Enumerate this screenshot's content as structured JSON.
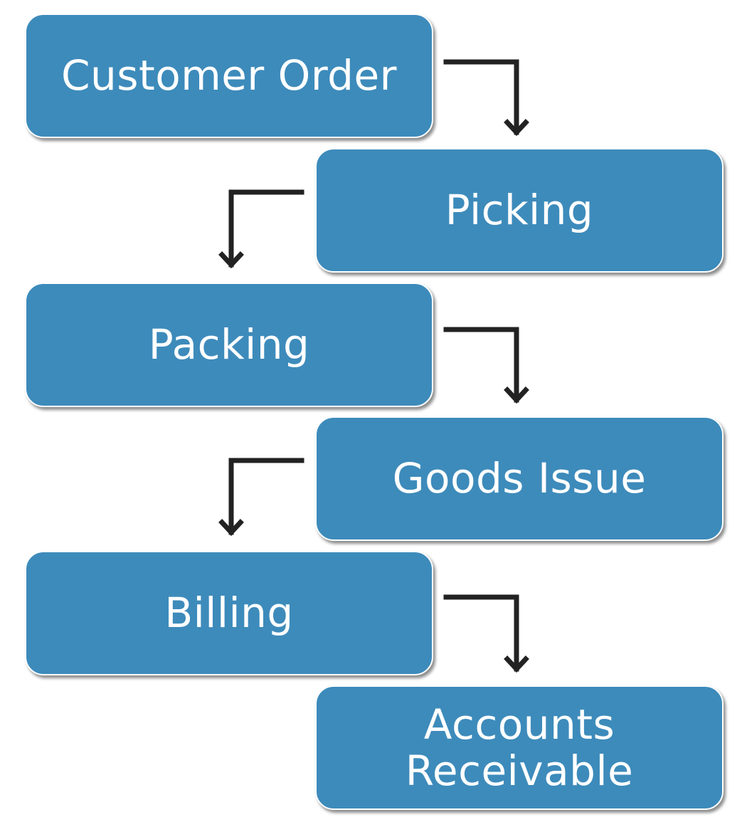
{
  "diagram": {
    "steps": [
      {
        "label": "Customer Order"
      },
      {
        "label": "Picking"
      },
      {
        "label": "Packing"
      },
      {
        "label": "Goods Issue"
      },
      {
        "label": "Billing"
      },
      {
        "label": "Accounts\nReceivable"
      }
    ],
    "colors": {
      "box_fill": "#3d8bbb",
      "box_border": "#ffffff",
      "text": "#ffffff",
      "arrow": "#222222"
    }
  }
}
